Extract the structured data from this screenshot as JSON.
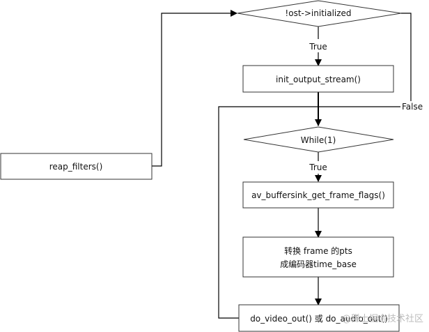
{
  "nodes": {
    "cond_initialized": {
      "label": "!ost->initialized",
      "shape": "diamond"
    },
    "init_output_stream": {
      "label": "init_output_stream()",
      "shape": "process"
    },
    "reap_filters": {
      "label": "reap_filters()",
      "shape": "process"
    },
    "while_loop": {
      "label": "While(1)",
      "shape": "diamond"
    },
    "get_frame_flags": {
      "label": "av_buffersink_get_frame_flags()",
      "shape": "process"
    },
    "convert_pts": {
      "label_line1": "转换 frame 的pts",
      "label_line2": "成编码器time_base",
      "shape": "process"
    },
    "do_out": {
      "label": "do_video_out() 或 do_audio_out()",
      "shape": "process"
    }
  },
  "edges": [
    {
      "from": "reap_filters",
      "to": "cond_initialized",
      "label": ""
    },
    {
      "from": "cond_initialized",
      "to": "init_output_stream",
      "label": "True"
    },
    {
      "from": "cond_initialized",
      "to": "while_loop",
      "label": "False"
    },
    {
      "from": "init_output_stream",
      "to": "while_loop",
      "label": ""
    },
    {
      "from": "while_loop",
      "to": "get_frame_flags",
      "label": "True"
    },
    {
      "from": "get_frame_flags",
      "to": "convert_pts",
      "label": ""
    },
    {
      "from": "convert_pts",
      "to": "do_out",
      "label": ""
    },
    {
      "from": "do_out",
      "to": "while_loop",
      "label": ""
    }
  ],
  "edge_labels": {
    "true_1": "True",
    "false_1": "False",
    "true_2": "True"
  },
  "watermark": "@稀土掘金技术社区"
}
